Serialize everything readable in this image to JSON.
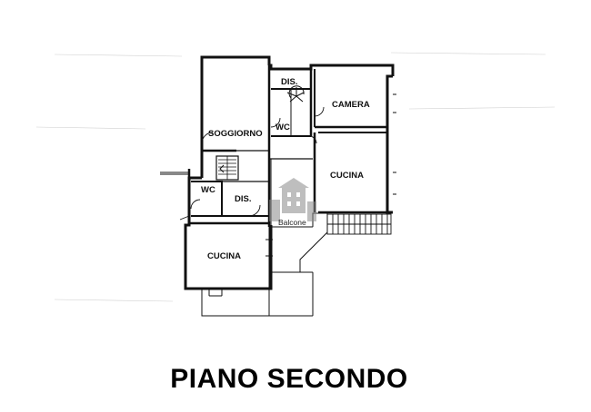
{
  "plan": {
    "title": "PIANO SECONDO",
    "rooms": {
      "dis_top": "DIS.",
      "camera": "CAMERA",
      "soggiorno": "SOGGIORNO",
      "wc_upper": "WC",
      "cucina_right": "CUCINA",
      "wc_left": "WC",
      "dis_center": "DIS.",
      "cucina_bottom": "CUCINA"
    },
    "watermark": {
      "label": "Balcone",
      "icon": "building-watermark-icon"
    }
  }
}
